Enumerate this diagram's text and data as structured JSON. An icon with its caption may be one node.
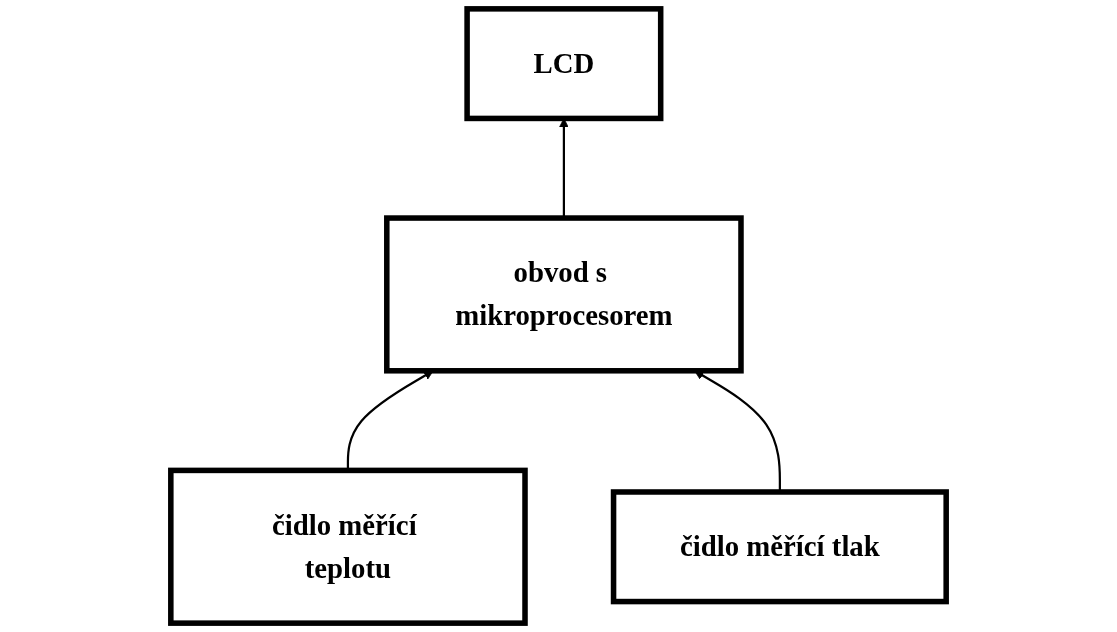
{
  "diagram": {
    "nodes": [
      {
        "text": [
          "obvod s mikroprocesorem"
        ]
      },
      {
        "text": [
          "LCD"
        ]
      },
      {
        "text": [
          "čidlo měřící teplotu"
        ]
      },
      {
        "text": [
          "čidlo měřící tlak"
        ]
      }
    ],
    "edges": [
      {
        "from": 0,
        "to": 1,
        "arrow": "to"
      },
      {
        "from": 2,
        "to": 0,
        "arrow": "to"
      },
      {
        "from": 3,
        "to": 0,
        "arrow": "to"
      }
    ]
  }
}
